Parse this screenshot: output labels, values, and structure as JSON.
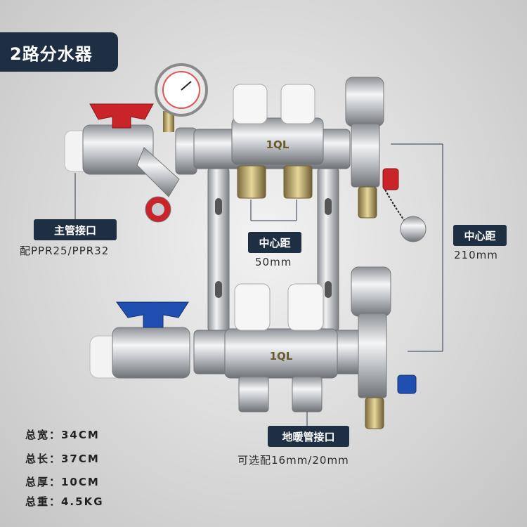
{
  "title": "2路分水器",
  "labels": {
    "main_port": "主管接口",
    "main_port_spec": "配PPR25/PPR32",
    "center_distance_h": "中心距",
    "center_distance_h_value": "50mm",
    "center_distance_v": "中心距",
    "center_distance_v_value": "210mm",
    "floor_heating_port": "地暖管接口",
    "floor_heating_spec": "可选配16mm/20mm"
  },
  "product_marks": {
    "upper_brand": "1QL",
    "lower_brand": "1QL"
  },
  "specs": [
    "总宽：34CM",
    "总长：37CM",
    "总厚：10CM",
    "总重：4.5KG"
  ],
  "colors": {
    "label_bg": "#1e2f43",
    "red_handle": "#c8242a",
    "blue_handle": "#1f4fb0",
    "steel": "#c9ccd0"
  }
}
